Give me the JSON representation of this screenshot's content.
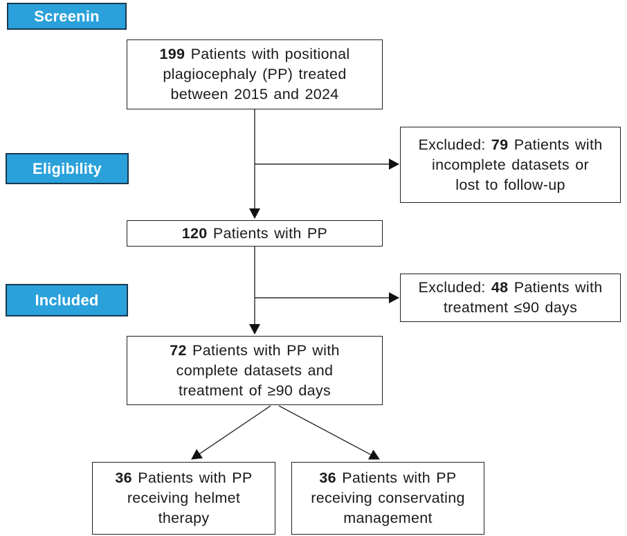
{
  "stages": [
    {
      "label": "Screenin"
    },
    {
      "label": "Eligibility"
    },
    {
      "label": "Included"
    }
  ],
  "nodes": {
    "pool199": {
      "prefix": "",
      "bold": "199",
      "rest": " Patients with positional\nplagiocephaly (PP) treated\nbetween 2015 and 2024"
    },
    "excl79": {
      "prefix": "Excluded: ",
      "bold": "79",
      "rest": " Patients with\nincomplete datasets or\nlost to follow-up"
    },
    "pool120": {
      "prefix": "",
      "bold": "120",
      "rest": " Patients with PP"
    },
    "excl48": {
      "prefix": "Excluded: ",
      "bold": "48",
      "rest": " Patients with\ntreatment ≤90 days"
    },
    "pool72": {
      "prefix": "",
      "bold": "72",
      "rest": " Patients with PP with\ncomplete datasets and\ntreatment of ≥90 days"
    },
    "helmet36": {
      "prefix": "",
      "bold": "36",
      "rest": " Patients with PP\nreceiving helmet\ntherapy"
    },
    "conserv36": {
      "prefix": "",
      "bold": "36",
      "rest": " Patients with PP\nreceiving conservating\nmanagement"
    }
  },
  "colors": {
    "stage_fill": "#2AA1DB",
    "stage_border": "#17394F",
    "stage_text": "#FFFFFF",
    "box_border": "#1F1F1F",
    "text": "#1A1A1A",
    "background": "#FFFFFF"
  }
}
